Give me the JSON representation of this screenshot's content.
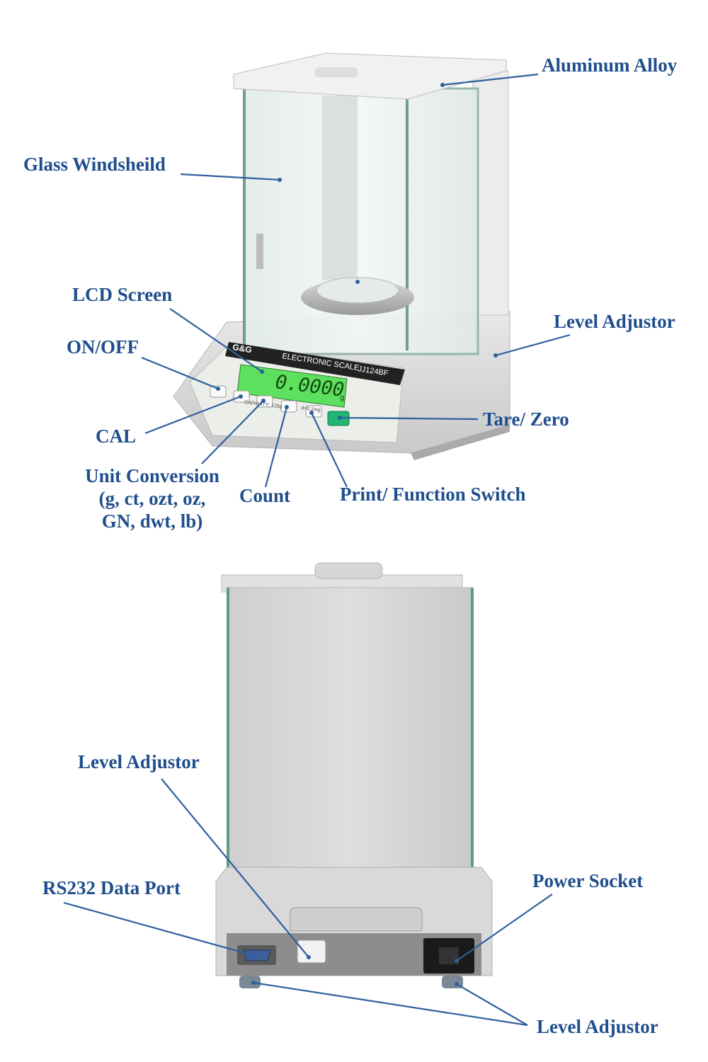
{
  "colors": {
    "label": "#1f4e8c",
    "leader": "#2e5f9e",
    "lcd": "#5de05d",
    "tare_button": "#22b573"
  },
  "front_view": {
    "brand": "G&G",
    "panel_title": "ELECTRONIC SCALE",
    "model": "JJ124BF",
    "display_value": "0.0000",
    "display_unit": "g",
    "capacity": "CAPACITY: 120g",
    "resolution": "d=0.1mg",
    "callouts": {
      "aluminum_alloy": "Aluminum Alloy",
      "glass_windshield": "Glass Windsheild",
      "lcd_screen": "LCD Screen",
      "level_adjustor": "Level Adjustor",
      "on_off": "ON/OFF",
      "tare_zero": "Tare/ Zero",
      "cal": "CAL",
      "unit_conversion": [
        "Unit Conversion",
        "(g, ct, ozt, oz,",
        "GN, dwt, lb)"
      ],
      "count": "Count",
      "print_function": "Print/ Function Switch"
    }
  },
  "back_view": {
    "callouts": {
      "level_adjustor_top": "Level Adjustor",
      "rs232_port": "RS232 Data Port",
      "power_socket": "Power Socket",
      "level_adjustor_bottom": "Level Adjustor"
    }
  }
}
